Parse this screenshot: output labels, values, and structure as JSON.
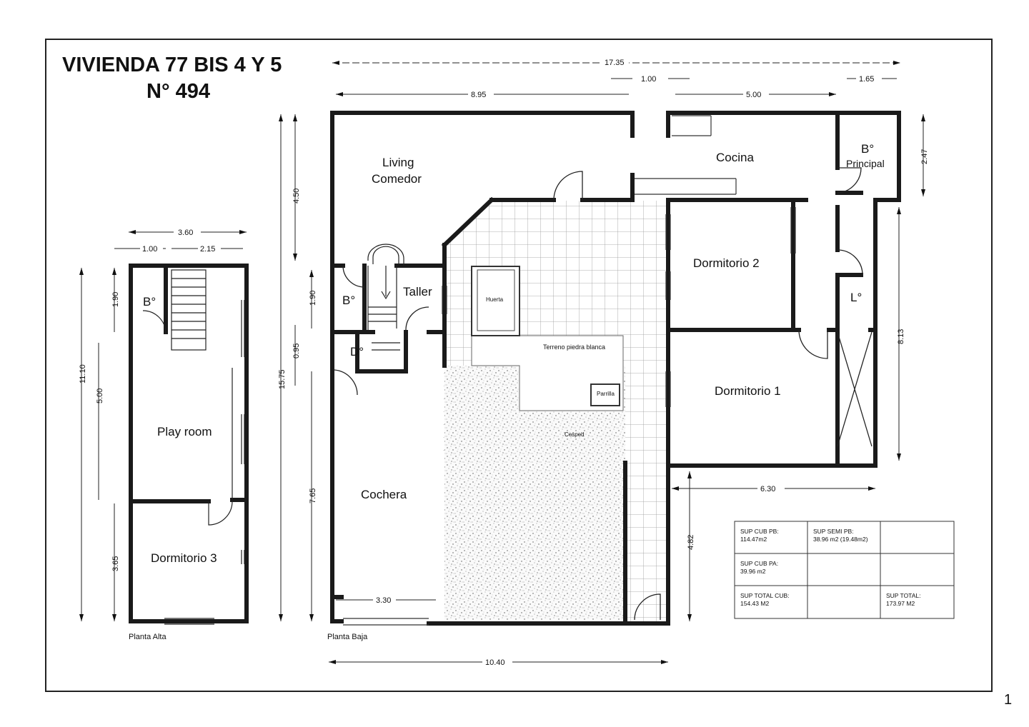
{
  "title": {
    "line1": "VIVIENDA 77 BIS 4 Y 5",
    "line2": "N° 494"
  },
  "captions": {
    "upper": "Planta Alta",
    "ground": "Planta Baja"
  },
  "rooms": {
    "living": [
      "Living",
      "Comedor"
    ],
    "cocina": "Cocina",
    "bano_principal": [
      "B°",
      "Principal"
    ],
    "dormitorio2": "Dormitorio 2",
    "dormitorio1": "Dormitorio 1",
    "lavadero": "L°",
    "taller": "Taller",
    "bano_pb": "B°",
    "deposito": "D°",
    "cochera": "Cochera",
    "huerta": "Huerta",
    "terreno": "Terreno piedra blanca",
    "parrilla": "Parrilla",
    "cesped": "Cesped",
    "bano_pa": "B°",
    "playroom": "Play room",
    "dormitorio3": "Dormitorio 3"
  },
  "dimensions": {
    "top_total": "17.35",
    "top_100": "1.00",
    "top_165": "1.65",
    "top_895": "8.95",
    "top_500": "5.00",
    "right_247": "2.47",
    "right_813": "8.13",
    "mid_630": "6.30",
    "mid_482": "4.82",
    "bottom_1040": "10.40",
    "garage_330": "3.30",
    "left_1575": "15.75",
    "left_450": "4.50",
    "left_190": "1.90",
    "left_095": "0.95",
    "left_765": "7.65",
    "pa_360": "3.60",
    "pa_100": "1.00",
    "pa_215": "2.15",
    "pa_1110": "11.10",
    "pa_190": "1.90",
    "pa_500": "5.00",
    "pa_365": "3.65"
  },
  "areas": {
    "cub_pb_label": "SUP CUB PB:",
    "cub_pb_value": "114.47m2",
    "semi_pb_label": "SUP SEMI PB:",
    "semi_pb_value": "38.96 m2 (19.48m2)",
    "cub_pa_label": "SUP CUB PA:",
    "cub_pa_value": "39.96 m2",
    "total_cub_label": "SUP TOTAL CUB:",
    "total_cub_value": "154.43 M2",
    "total_label": "SUP TOTAL:",
    "total_value": "173.97 M2"
  },
  "page_number": "1"
}
